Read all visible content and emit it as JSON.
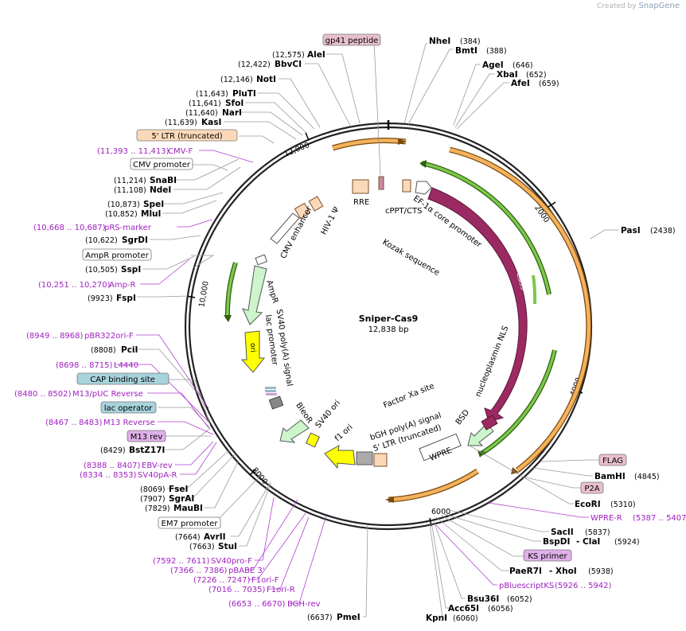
{
  "credit": {
    "prefix": "Created by",
    "brand": "SnapGene"
  },
  "center": {
    "name": "Sniper-Cas9",
    "size": "12,838 bp"
  },
  "ticks": [
    "2000",
    "4000",
    "6000",
    "8000",
    "10,000",
    "12,000"
  ],
  "colors": {
    "primer": "#a020c0",
    "feature_orange": "#f5b25b",
    "feature_green": "#4a9a20",
    "cas9": "#9b2a63",
    "ori": "#ffff00"
  },
  "sites_left": [
    {
      "name": "AleI",
      "num": "(12,575)"
    },
    {
      "name": "BbvCI",
      "num": "(12,422)"
    },
    {
      "name": "NotI",
      "num": "(12,146)"
    },
    {
      "name": "PluTI",
      "num": "(11,643)"
    },
    {
      "name": "SfoI",
      "num": "(11,641)"
    },
    {
      "name": "NarI",
      "num": "(11,640)"
    },
    {
      "name": "KasI",
      "num": "(11,639)"
    },
    {
      "name": "SnaBI",
      "num": "(11,214)"
    },
    {
      "name": "NdeI",
      "num": "(11,108)"
    },
    {
      "name": "SpeI",
      "num": "(10,873)"
    },
    {
      "name": "MluI",
      "num": "(10,852)"
    },
    {
      "name": "SgrDI",
      "num": "(10,622)"
    },
    {
      "name": "SspI",
      "num": "(10,505)"
    },
    {
      "name": "FspI",
      "num": "(9923)"
    },
    {
      "name": "PciI",
      "num": "(8808)"
    },
    {
      "name": "BstZ17I",
      "num": "(8429)"
    },
    {
      "name": "FseI",
      "num": "(8069)"
    },
    {
      "name": "SgrAI",
      "num": "(7907)"
    },
    {
      "name": "MauBI",
      "num": "(7829)"
    },
    {
      "name": "AvrII",
      "num": "(7664)"
    },
    {
      "name": "StuI",
      "num": "(7663)"
    },
    {
      "name": "PmeI",
      "num": "(6637)"
    }
  ],
  "sites_right": [
    {
      "name": "NheI",
      "num": "(384)"
    },
    {
      "name": "BmtI",
      "num": "(388)"
    },
    {
      "name": "AgeI",
      "num": "(646)"
    },
    {
      "name": "XbaI",
      "num": "(652)"
    },
    {
      "name": "AfeI",
      "num": "(659)"
    },
    {
      "name": "PasI",
      "num": "(2438)"
    },
    {
      "name": "BamHI",
      "num": "(4845)"
    },
    {
      "name": "EcoRI",
      "num": "(5310)"
    },
    {
      "name": "SacII",
      "num": "(5837)"
    },
    {
      "name": "BspDI",
      "num": "- ClaI"
    },
    {
      "name": "PaeR7I",
      "num": "- XhoI"
    },
    {
      "name": "Bsu36I",
      "num": "(6052)"
    },
    {
      "name": "Acc65I",
      "num": "(6056)"
    },
    {
      "name": "KpnI",
      "num": "(6060)"
    }
  ],
  "extra_nums": {
    "clai": "(5924)",
    "xhoi": "(5938)"
  },
  "primers": [
    {
      "range": "(11,393 .. 11,413)",
      "name": "CMV-F"
    },
    {
      "range": "(10,668 .. 10,687)",
      "name": "pRS-marker"
    },
    {
      "range": "(10,251 .. 10,270)",
      "name": "Amp-R"
    },
    {
      "range": "(8949 .. 8968)",
      "name": "pBR322ori-F"
    },
    {
      "range": "(8698 .. 8715)",
      "name": "L4440"
    },
    {
      "range": "(8480 .. 8502)",
      "name": "M13/pUC Reverse"
    },
    {
      "range": "(8467 .. 8483)",
      "name": "M13 Reverse"
    },
    {
      "range": "(8388 .. 8407)",
      "name": "EBV-rev"
    },
    {
      "range": "(8334 .. 8353)",
      "name": "SV40pA-R"
    },
    {
      "range": "(7592 .. 7611)",
      "name": "SV40pro-F"
    },
    {
      "range": "(7366 .. 7386)",
      "name": "pBABE 3'"
    },
    {
      "range": "(7226 .. 7247)",
      "name": "F1ori-F"
    },
    {
      "range": "(7016 .. 7035)",
      "name": "F1ori-R"
    },
    {
      "range": "(6653 .. 6670)",
      "name": "BGH-rev"
    },
    {
      "range": "(5387 .. 5407)",
      "name": "WPRE-R"
    },
    {
      "range": "(5926 .. 5942)",
      "name": "pBluescriptKS"
    }
  ],
  "boxed_labels": [
    {
      "text": "gp41 peptide",
      "color": "#e8c0cc"
    },
    {
      "text": "5' LTR (truncated)",
      "color": "#fbd9b8"
    },
    {
      "text": "CMV promoter",
      "color": "#ffffff"
    },
    {
      "text": "AmpR promoter",
      "color": "#ffffff"
    },
    {
      "text": "CAP binding site",
      "color": "#a7d3dd"
    },
    {
      "text": "lac operator",
      "color": "#a7d3dd"
    },
    {
      "text": "M13 rev",
      "color": "#e0b0e8"
    },
    {
      "text": "EM7 promoter",
      "color": "#ffffff"
    },
    {
      "text": "FLAG",
      "color": "#e8c0cc"
    },
    {
      "text": "P2A",
      "color": "#e8c0cc"
    },
    {
      "text": "KS primer",
      "color": "#e0b0e8"
    }
  ],
  "inner_labels": {
    "rre": "RRE",
    "hiv": "HIV-1 Ψ",
    "cppt": "cPPT/CTS",
    "ef1a": "EF-1α core promoter",
    "kozak": "Kozak sequence",
    "cmv_enh": "CMV enhancer",
    "ampr": "AmpR",
    "cas9": "Cas9",
    "sv40pa": "SV40 poly(A) signal",
    "lac": "lac promoter",
    "ori": "ori",
    "nls": "nucleoplasmin NLS",
    "factorxa": "Factor Xa site",
    "bsd": "BSD",
    "bghpa": "bGH poly(A) signal",
    "ltr5": "5' LTR (truncated)",
    "wpre": "WPRE",
    "sv40ori": "SV40 ori",
    "f1ori": "f1 ori",
    "bleor": "BleoR"
  }
}
